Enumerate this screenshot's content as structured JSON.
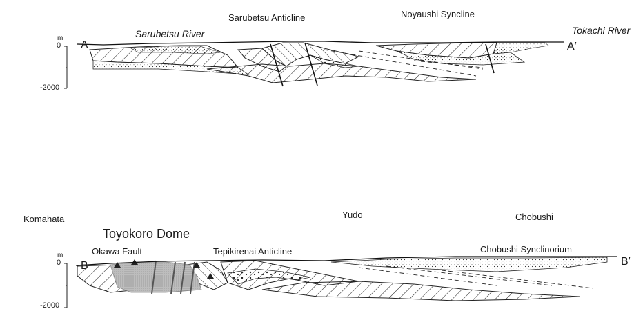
{
  "section_a": {
    "structures": {
      "sarubetsu_anticline": "Sarubetsu Anticline",
      "noyaushi_syncline": "Noyaushi Syncline"
    },
    "rivers": {
      "sarubetsu_river": "Sarubetsu River",
      "tokachi_river": "Tokachi River"
    },
    "endpoints": {
      "start": "A",
      "end": "A′"
    },
    "scale": {
      "unit": "m",
      "top": "0",
      "bottom": "-2000"
    }
  },
  "section_b": {
    "places": {
      "komahata": "Komahata",
      "yudo": "Yudo",
      "chobushi": "Chobushi"
    },
    "structures": {
      "toyokoro_dome": "Toyokoro Dome",
      "okawa_fault": "Okawa Fault",
      "tepikirenai_anticline": "Tepikirenai Anticline",
      "chobushi_synclinorium": "Chobushi Synclinorium"
    },
    "endpoints": {
      "start": "B",
      "end": "B′"
    },
    "scale": {
      "unit": "m",
      "top": "0",
      "bottom": "-2000"
    }
  }
}
